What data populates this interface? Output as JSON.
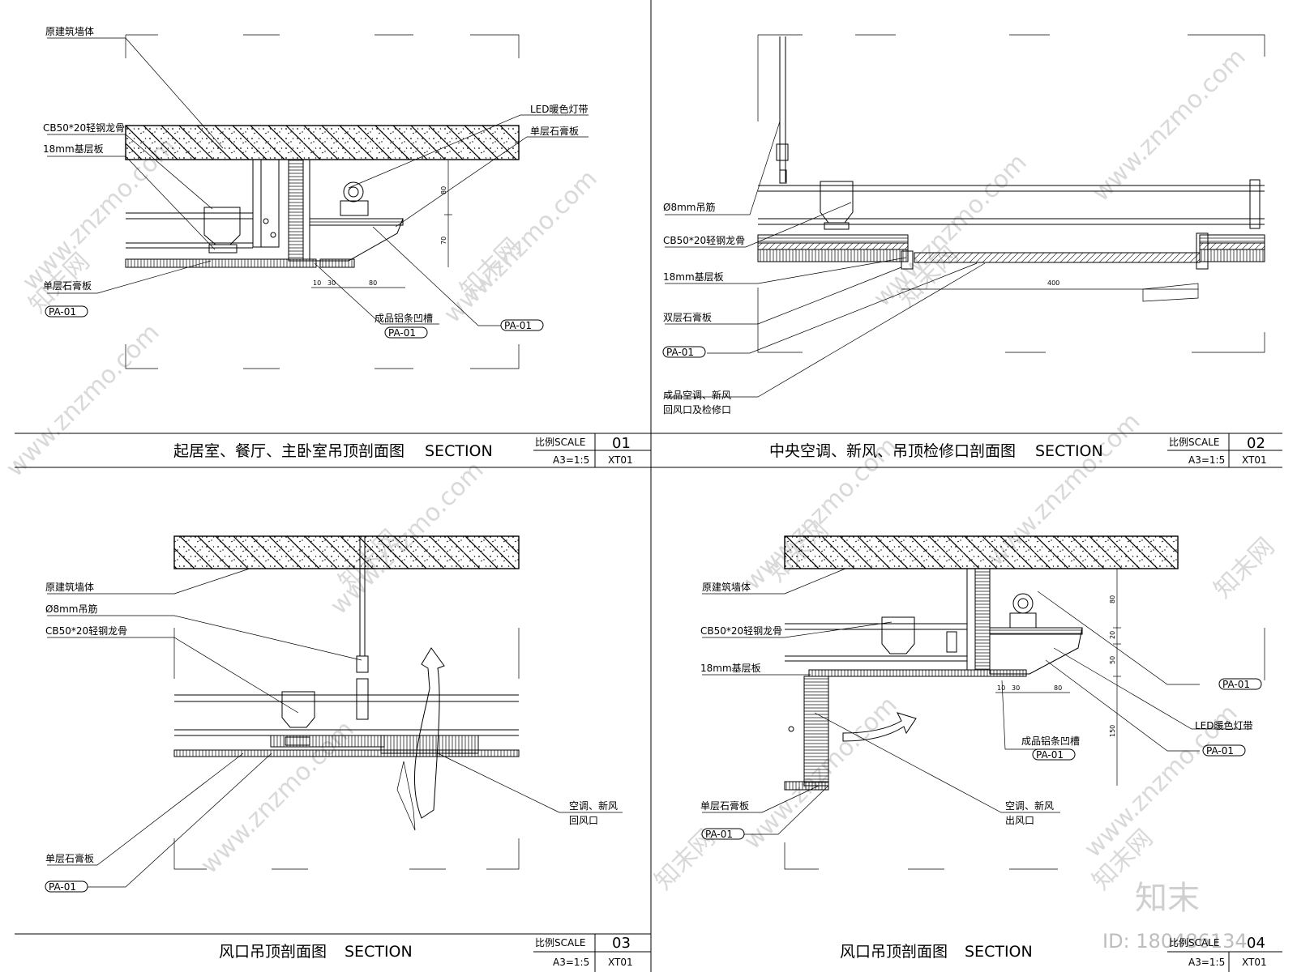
{
  "panels": [
    {
      "title": "起居室、餐厅、主卧室吊顶剖面图",
      "section": "SECTION",
      "scale_label": "比例SCALE",
      "scale": "A3=1:5",
      "number": "01",
      "sheet": "XT01",
      "labels": {
        "wall": "原建筑墙体",
        "keel": "CB50*20轻钢龙骨",
        "board": "18mm基层板",
        "gypsum_single": "单层石膏板",
        "led": "LED暖色灯带",
        "gypsum_single_r": "单层石膏板",
        "groove": "成品铝条凹槽",
        "tag1": "PA-01",
        "tag2": "PA-01",
        "tag3": "PA-01"
      },
      "dims": [
        "80",
        "70",
        "10",
        "30",
        "80"
      ]
    },
    {
      "title": "中央空调、新风、吊顶检修口剖面图",
      "section": "SECTION",
      "scale_label": "比例SCALE",
      "scale": "A3=1:5",
      "number": "02",
      "sheet": "XT01",
      "labels": {
        "rod": "Ø8mm吊筋",
        "keel": "CB50*20轻钢龙骨",
        "board": "18mm基层板",
        "gypsum_double": "双层石膏板",
        "tag1": "PA-01",
        "ac_line1": "成品空调、新风",
        "ac_line2": "回风口及检修口"
      },
      "dims": [
        "400"
      ]
    },
    {
      "title": "风口吊顶剖面图",
      "section": "SECTION",
      "scale_label": "比例SCALE",
      "scale": "A3=1:5",
      "number": "03",
      "sheet": "XT01",
      "labels": {
        "wall": "原建筑墙体",
        "rod": "Ø8mm吊筋",
        "keel": "CB50*20轻钢龙骨",
        "gypsum_single": "单层石膏板",
        "tag1": "PA-01",
        "ac_line1": "空调、新风",
        "ac_line2": "回风口"
      }
    },
    {
      "title": "风口吊顶剖面图",
      "section": "SECTION",
      "scale_label": "比例SCALE",
      "scale": "A3=1:5",
      "number": "04",
      "sheet": "XT01",
      "labels": {
        "wall": "原建筑墙体",
        "keel": "CB50*20轻钢龙骨",
        "board": "18mm基层板",
        "gypsum_single": "单层石膏板",
        "tag1": "PA-01",
        "groove": "成品铝条凹槽",
        "tag2": "PA-01",
        "led": "LED暖色灯带",
        "tag3": "PA-01",
        "tag4": "PA-01",
        "ac_line1": "空调、新风",
        "ac_line2": "出风口"
      },
      "dims": [
        "80",
        "20",
        "50",
        "150",
        "10",
        "30",
        "80"
      ]
    }
  ],
  "watermark": {
    "site": "www.znzmo.com",
    "brand": "知末网",
    "logo": "知末",
    "id": "ID: 180486134"
  }
}
